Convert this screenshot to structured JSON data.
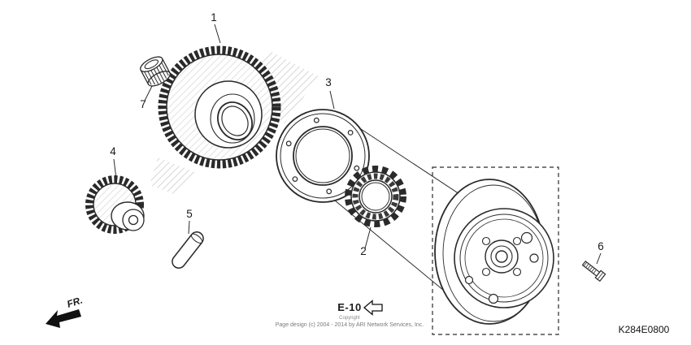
{
  "diagram": {
    "code": "K284E0800",
    "ref_label": "E-10",
    "fr_label": "FR.",
    "footer_line1": "Copyright",
    "footer_line2": "Page design (c) 2004 - 2014 by ARI Network Services, Inc."
  },
  "callouts": [
    "1",
    "2",
    "3",
    "4",
    "5",
    "6",
    "7"
  ],
  "colors": {
    "line": "#2a2a2a",
    "watermark": "#cfcfcf",
    "background": "#ffffff"
  }
}
